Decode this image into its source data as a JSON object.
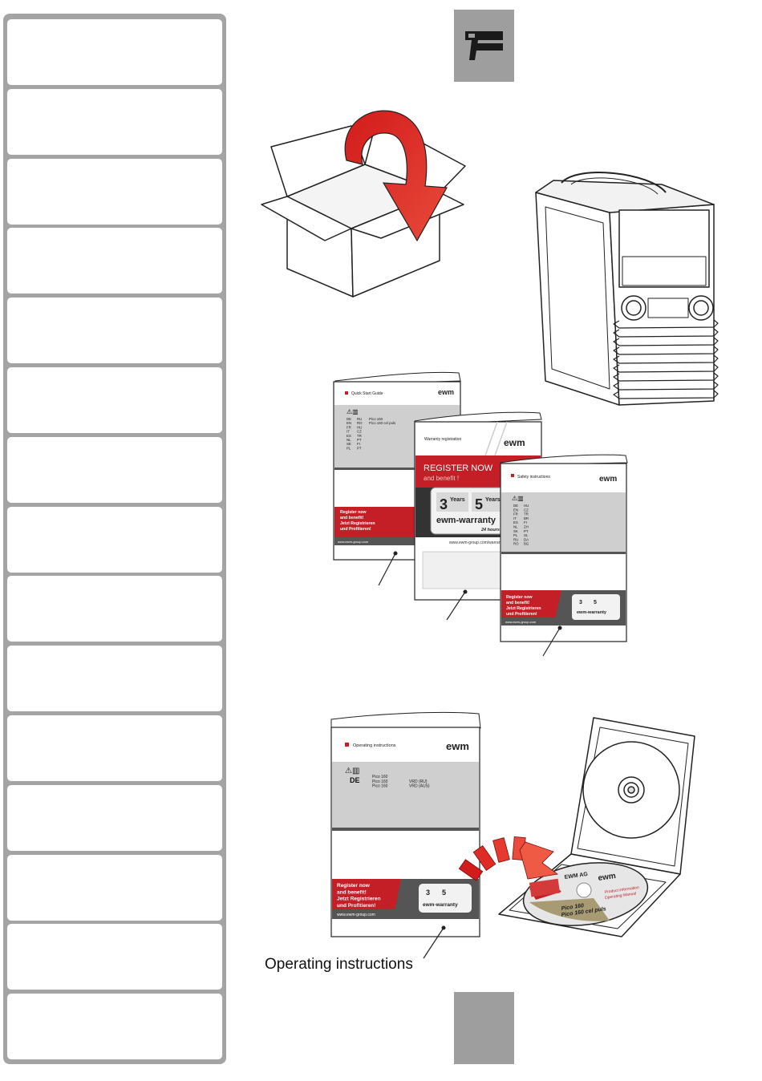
{
  "sidebar": {
    "tab_count": 15
  },
  "booklets": {
    "quick_start": {
      "title": "Quick Start Guide",
      "lang_col1": [
        "DE",
        "EN",
        "FR",
        "IT",
        "ES",
        "NL",
        "SE",
        "PL"
      ],
      "lang_col2": [
        "RU",
        "RO",
        "HU",
        "CZ",
        "TR",
        "PT",
        "FI",
        "PT"
      ],
      "products": [
        "Pico 160",
        "Pico 160 cel puls"
      ],
      "banner": [
        "Register now",
        "and benefit!",
        "Jetzt Registrieren",
        "und Profitieren!"
      ],
      "url": "www.ewm-group.com"
    },
    "warranty": {
      "title": "Warranty registration",
      "headline": "REGISTER NOW",
      "subline": "and benefit !",
      "years_3": "3",
      "years_5": "5",
      "years_word": "Years",
      "brand": "ewm-warranty",
      "hours": "24 hours / 7 days",
      "url": "www.ewm-group.com/warranty"
    },
    "safety": {
      "title": "Safety instructions",
      "lang_col1": [
        "DE",
        "EN",
        "FR",
        "IT",
        "ES",
        "NL",
        "SK",
        "PL",
        "RU",
        "RO"
      ],
      "lang_col2": [
        "HU",
        "CZ",
        "TR",
        "BR",
        "FI",
        "ZH",
        "PT",
        "SL",
        "DA",
        "BG"
      ],
      "banner": [
        "Register now",
        "and benefit!",
        "Jetzt Registrieren",
        "und Profitieren!"
      ],
      "url": "www.ewm-group.com"
    },
    "operating": {
      "title": "Operating instructions",
      "lang": "DE",
      "products": [
        "Pico 160",
        "Pico 160",
        "Pico 160"
      ],
      "variants": [
        "",
        "VRD (RU)",
        "VRD (AUS)"
      ],
      "banner": [
        "Register now",
        "and benefit!",
        "Jetzt Registrieren",
        "und Profitieren!"
      ],
      "url": "www.ewm-group.com"
    }
  },
  "cd": {
    "label_top": "EWM AG",
    "label_info": "Product information",
    "label_manual": "Operating Manual",
    "product_1": "Pico 160",
    "product_2": "Pico 160 cel puls"
  },
  "brand_logo": "ewm",
  "caption": "Operating instructions"
}
